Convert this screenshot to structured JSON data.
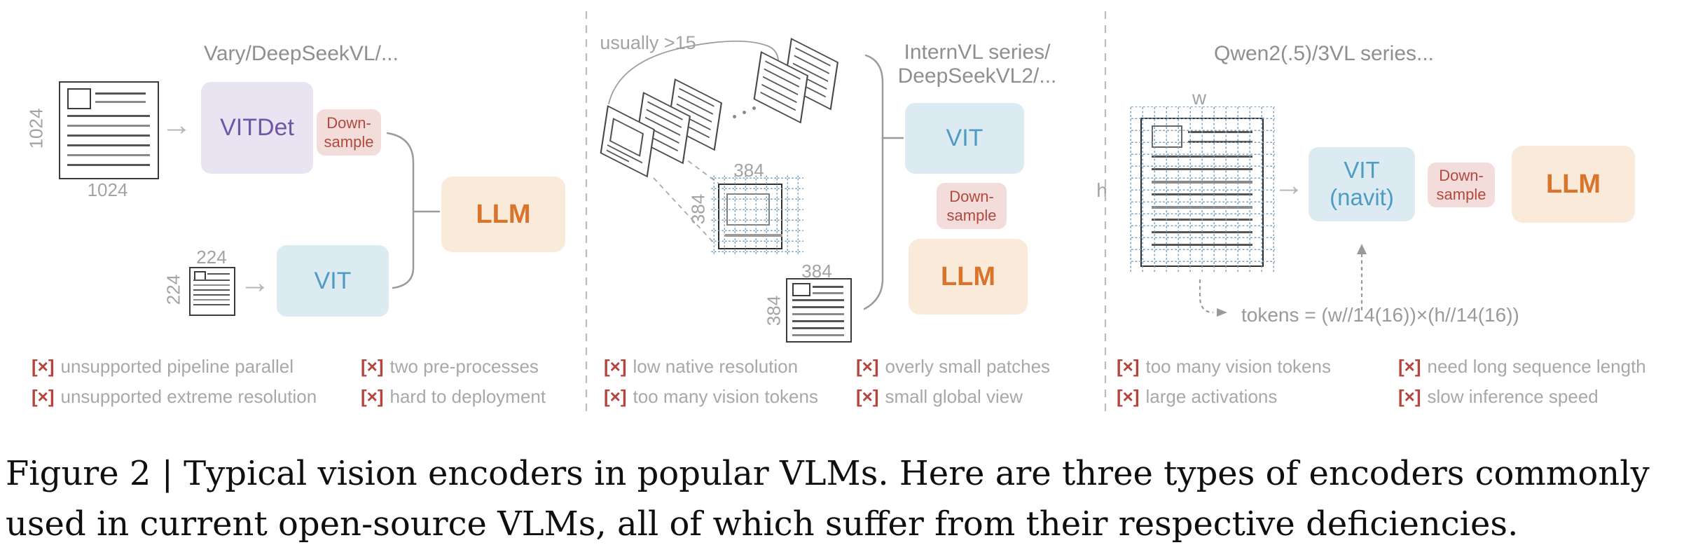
{
  "glyphs": {
    "arrow_right": "→",
    "x_mark": "[×]"
  },
  "colors": {
    "purple_text": "#6E58A6",
    "purple_bg": "#E9E4F1",
    "blue_text": "#4F9CC3",
    "blue_bg": "#DCEBF2",
    "red_text": "#B1493F",
    "red_bg": "#F3DDDA",
    "orange_text": "#D9742C",
    "orange_bg": "#FAEADA",
    "gray_label": "#A3A3A3",
    "bullet_text": "#A8A8A8",
    "x_mark": "#B5443C",
    "grid_blue": "#7AA3C2"
  },
  "panel1": {
    "title": "Vary/DeepSeekVL/...",
    "doc_large_side": "1024",
    "doc_large_bottom": "1024",
    "doc_small_top": "224",
    "doc_small_side": "224",
    "vitdet_label": "VITDet",
    "vit_label": "VIT",
    "downsample_line1": "Down-",
    "downsample_line2": "sample",
    "llm_label": "LLM",
    "bullets_col1": [
      "unsupported pipeline parallel",
      "unsupported extreme resolution"
    ],
    "bullets_col2": [
      "two pre-processes",
      "hard to deployment"
    ]
  },
  "panel2": {
    "title_line1": "InternVL series/",
    "title_line2": "DeepSeekVL2/...",
    "tiles_note": "usually >15",
    "grid_top": "384",
    "grid_side": "384",
    "doc_top": "384",
    "doc_side": "384",
    "vit_label": "VIT",
    "downsample_line1": "Down-",
    "downsample_line2": "sample",
    "llm_label": "LLM",
    "bullets_col1": [
      "low native resolution",
      "too many vision tokens"
    ],
    "bullets_col2": [
      "overly small patches",
      "small global view"
    ]
  },
  "panel3": {
    "title": "Qwen2(.5)/3VL series...",
    "width_label": "w",
    "height_label": "h",
    "vit_line1": "VIT",
    "vit_line2": "(navit)",
    "downsample_line1": "Down-",
    "downsample_line2": "sample",
    "llm_label": "LLM",
    "tokens_formula": "tokens = (w//14(16))×(h//14(16))",
    "bullets_col1": [
      "too many vision tokens",
      "large activations"
    ],
    "bullets_col2": [
      "need long sequence length",
      "slow inference speed"
    ]
  },
  "caption": {
    "line1": "Figure 2 | Typical vision encoders in popular VLMs. Here are three types of encoders commonly",
    "line2": "used in current open-source VLMs, all of which suffer from their respective deficiencies."
  }
}
